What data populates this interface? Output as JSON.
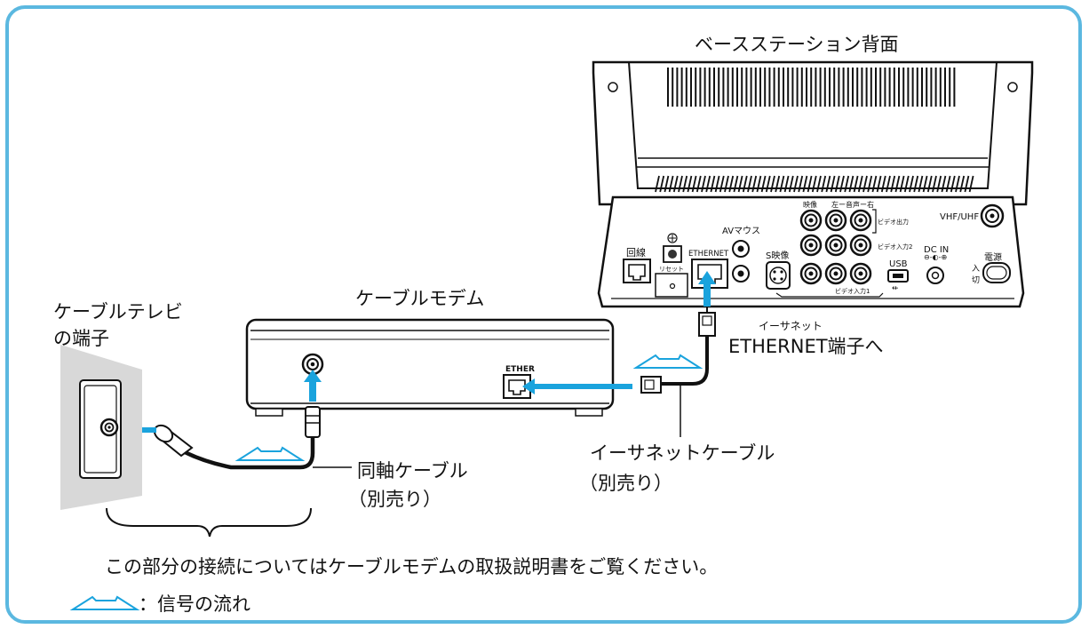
{
  "labels": {
    "base_station_back": "ベースステーション背面",
    "cable_tv_outlet": "ケーブルテレビの端子",
    "cable_modem": "ケーブルモデム",
    "ethernet_ruby": "イーサネット",
    "ethernet_terminal": "ETHERNET端子へ",
    "coax_cable": "同軸ケーブル",
    "sold_separately_1": "（別売り）",
    "ethernet_cable": "イーサネットケーブル",
    "sold_separately_2": "（別売り）",
    "note": "この部分の接続についてはケーブルモデムの取扱説明書をご覧ください。",
    "legend": "：信号の流れ"
  },
  "panel_labels": {
    "line": "回線",
    "reset": "リセット",
    "ethernet": "ETHERNET",
    "av_mouse": "AVマウス",
    "s_video": "S映像",
    "video": "映像",
    "audio_lr": "左ー音声ー右",
    "video_out": "ビデオ出力",
    "video_in2": "ビデオ入力2",
    "video_in1": "ビデオ入力1",
    "usb": "USB",
    "dc_in": "DC IN",
    "vhf_uhf": "VHF/UHF",
    "power": "電源",
    "on": "入",
    "off": "切"
  },
  "modem_port": "ETHER",
  "colors": {
    "frame": "#5bb8e0",
    "arrow": "#1aa3dd",
    "outlet": "#d8d8d8"
  }
}
